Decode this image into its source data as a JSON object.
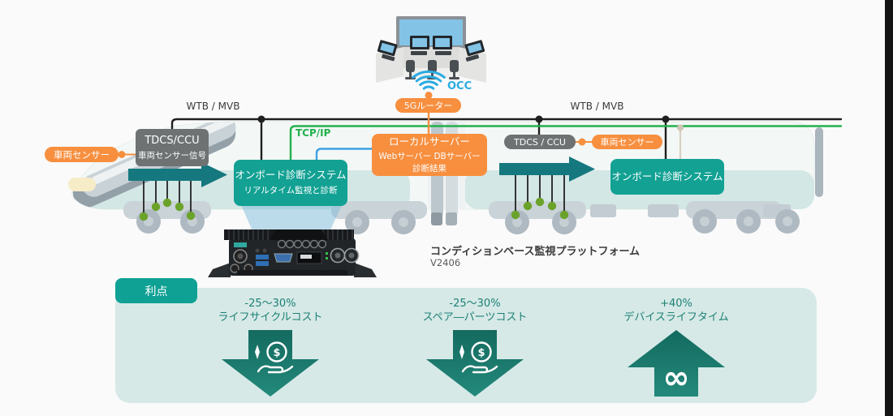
{
  "colors": {
    "teal_box": "#12a193",
    "flow_arrow": "#15787f",
    "orange": "#f78f3f",
    "gray_box": "#6e7273",
    "green_line": "#22b14c",
    "blue_line": "#3da2e3",
    "wifi_blue": "#29abe2",
    "sensor_dot_green": "#6ba32a",
    "band_bg": "#d6e9e7",
    "benefit_text": "#1d8074",
    "benefit_arrow": "#1b8173",
    "bus_line": "#1f1f1f"
  },
  "occ": {
    "label": "OCC",
    "router": "5Gルーター"
  },
  "bus": {
    "wtb_left": "WTB / MVB",
    "wtb_right": "WTB / MVB",
    "tcpip": "TCP/IP"
  },
  "left_train": {
    "sensor_pill": "車両センサー",
    "tdcs_line1": "TDCS/CCU",
    "tdcs_line2": "車両センサー信号",
    "diag_title": "オンボード診断システム",
    "diag_subtitle": "リアルタイム監視と診断"
  },
  "server": {
    "title": "ローカルサーバー",
    "line2": "Webサーバー DBサーバー",
    "line3": "診断結果"
  },
  "right_train": {
    "tdcs_pill": "TDCS / CCU",
    "sensor_pill": "車両センサー",
    "diag_title": "オンボード診断システム"
  },
  "platform": {
    "caption": "コンディションベース監視プラットフォーム",
    "model": "V2406"
  },
  "benefits": {
    "badge": "利点",
    "items": [
      {
        "percent": "-25〜30%",
        "label": "ライフサイクルコスト"
      },
      {
        "percent": "-25〜30%",
        "label": "スペア―パーツコスト"
      },
      {
        "percent": "+40%",
        "label": "デバイスライフタイム"
      }
    ]
  },
  "icons": {
    "dollar": "$",
    "infinity": "∞"
  }
}
